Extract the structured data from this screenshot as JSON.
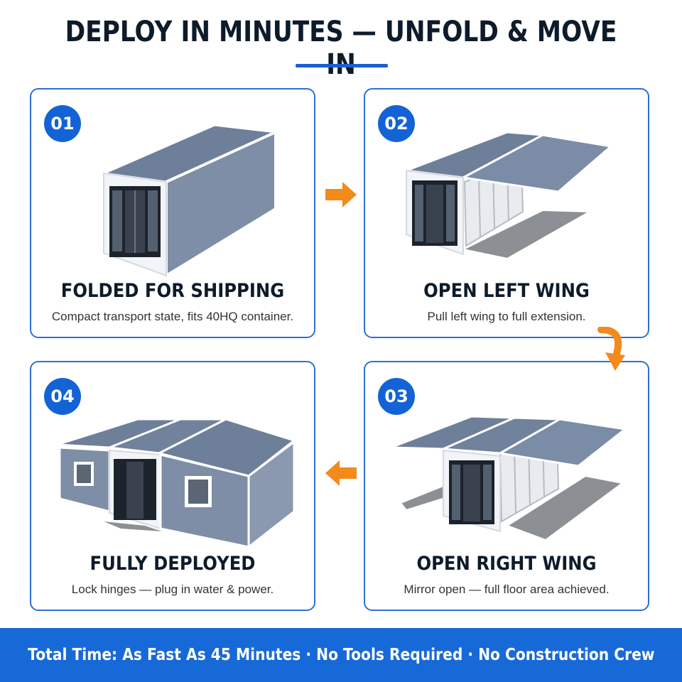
{
  "header": {
    "title": "DEPLOY IN MINUTES — UNFOLD & MOVE IN"
  },
  "colors": {
    "accent": "#1463d6",
    "arrow": "#f28a1c",
    "roof": "#6e7f9a",
    "wall": "#7e8ea6",
    "frame": "#ffffff",
    "footer_bg": "#1769d8"
  },
  "steps": [
    {
      "number": "01",
      "title": "FOLDED FOR SHIPPING",
      "description": "Compact transport state, fits 40HQ container."
    },
    {
      "number": "02",
      "title": "OPEN LEFT WING",
      "description": "Pull left wing to full extension."
    },
    {
      "number": "03",
      "title": "OPEN RIGHT WING",
      "description": "Mirror open — full floor area achieved."
    },
    {
      "number": "04",
      "title": "FULLY DEPLOYED",
      "description": "Lock hinges — plug in water & power."
    }
  ],
  "footer": {
    "text": "Total Time: As Fast As 45 Minutes · No Tools Required · No Construction Crew"
  }
}
